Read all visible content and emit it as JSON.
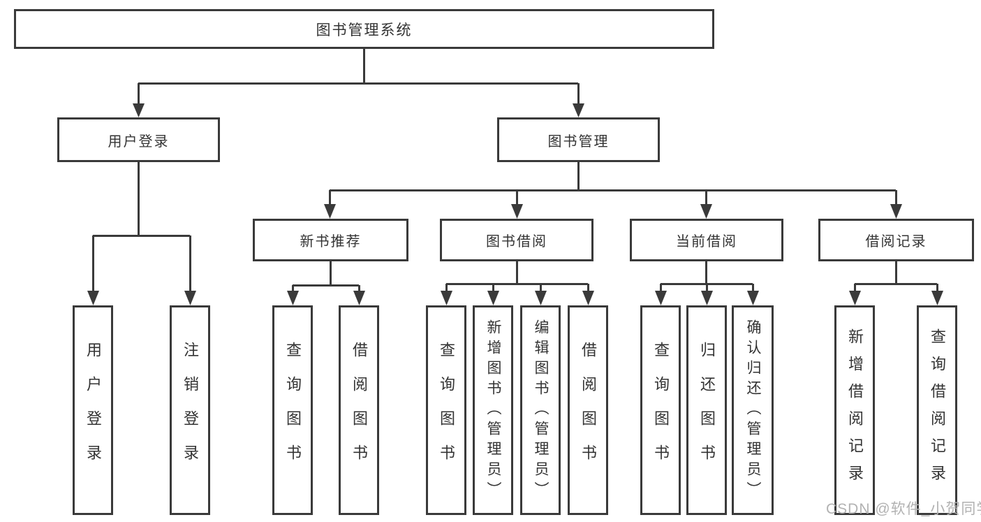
{
  "diagram": {
    "root": {
      "label": "图书管理系统"
    },
    "branches": [
      {
        "label": "用户登录",
        "leaves": [
          {
            "label": "用户登录"
          },
          {
            "label": "注销登录"
          }
        ]
      },
      {
        "label": "图书管理",
        "groups": [
          {
            "label": "新书推荐",
            "leaves": [
              {
                "label": "查询图书"
              },
              {
                "label": "借阅图书"
              }
            ]
          },
          {
            "label": "图书借阅",
            "leaves": [
              {
                "label": "查询图书"
              },
              {
                "label": "新增图书（管理员）"
              },
              {
                "label": "编辑图书（管理员）"
              },
              {
                "label": "借阅图书"
              }
            ]
          },
          {
            "label": "当前借阅",
            "leaves": [
              {
                "label": "查询图书"
              },
              {
                "label": "归还图书"
              },
              {
                "label": "确认归还（管理员）"
              }
            ]
          },
          {
            "label": "借阅记录",
            "leaves": [
              {
                "label": "新增借阅记录"
              },
              {
                "label": "查询借阅记录"
              }
            ]
          }
        ]
      }
    ]
  },
  "watermark": {
    "text": "CSDN @软件_小贺同学"
  },
  "colors": {
    "line": "#3a3a3a",
    "text": "#333333",
    "watermark": "#b2b2b2"
  }
}
